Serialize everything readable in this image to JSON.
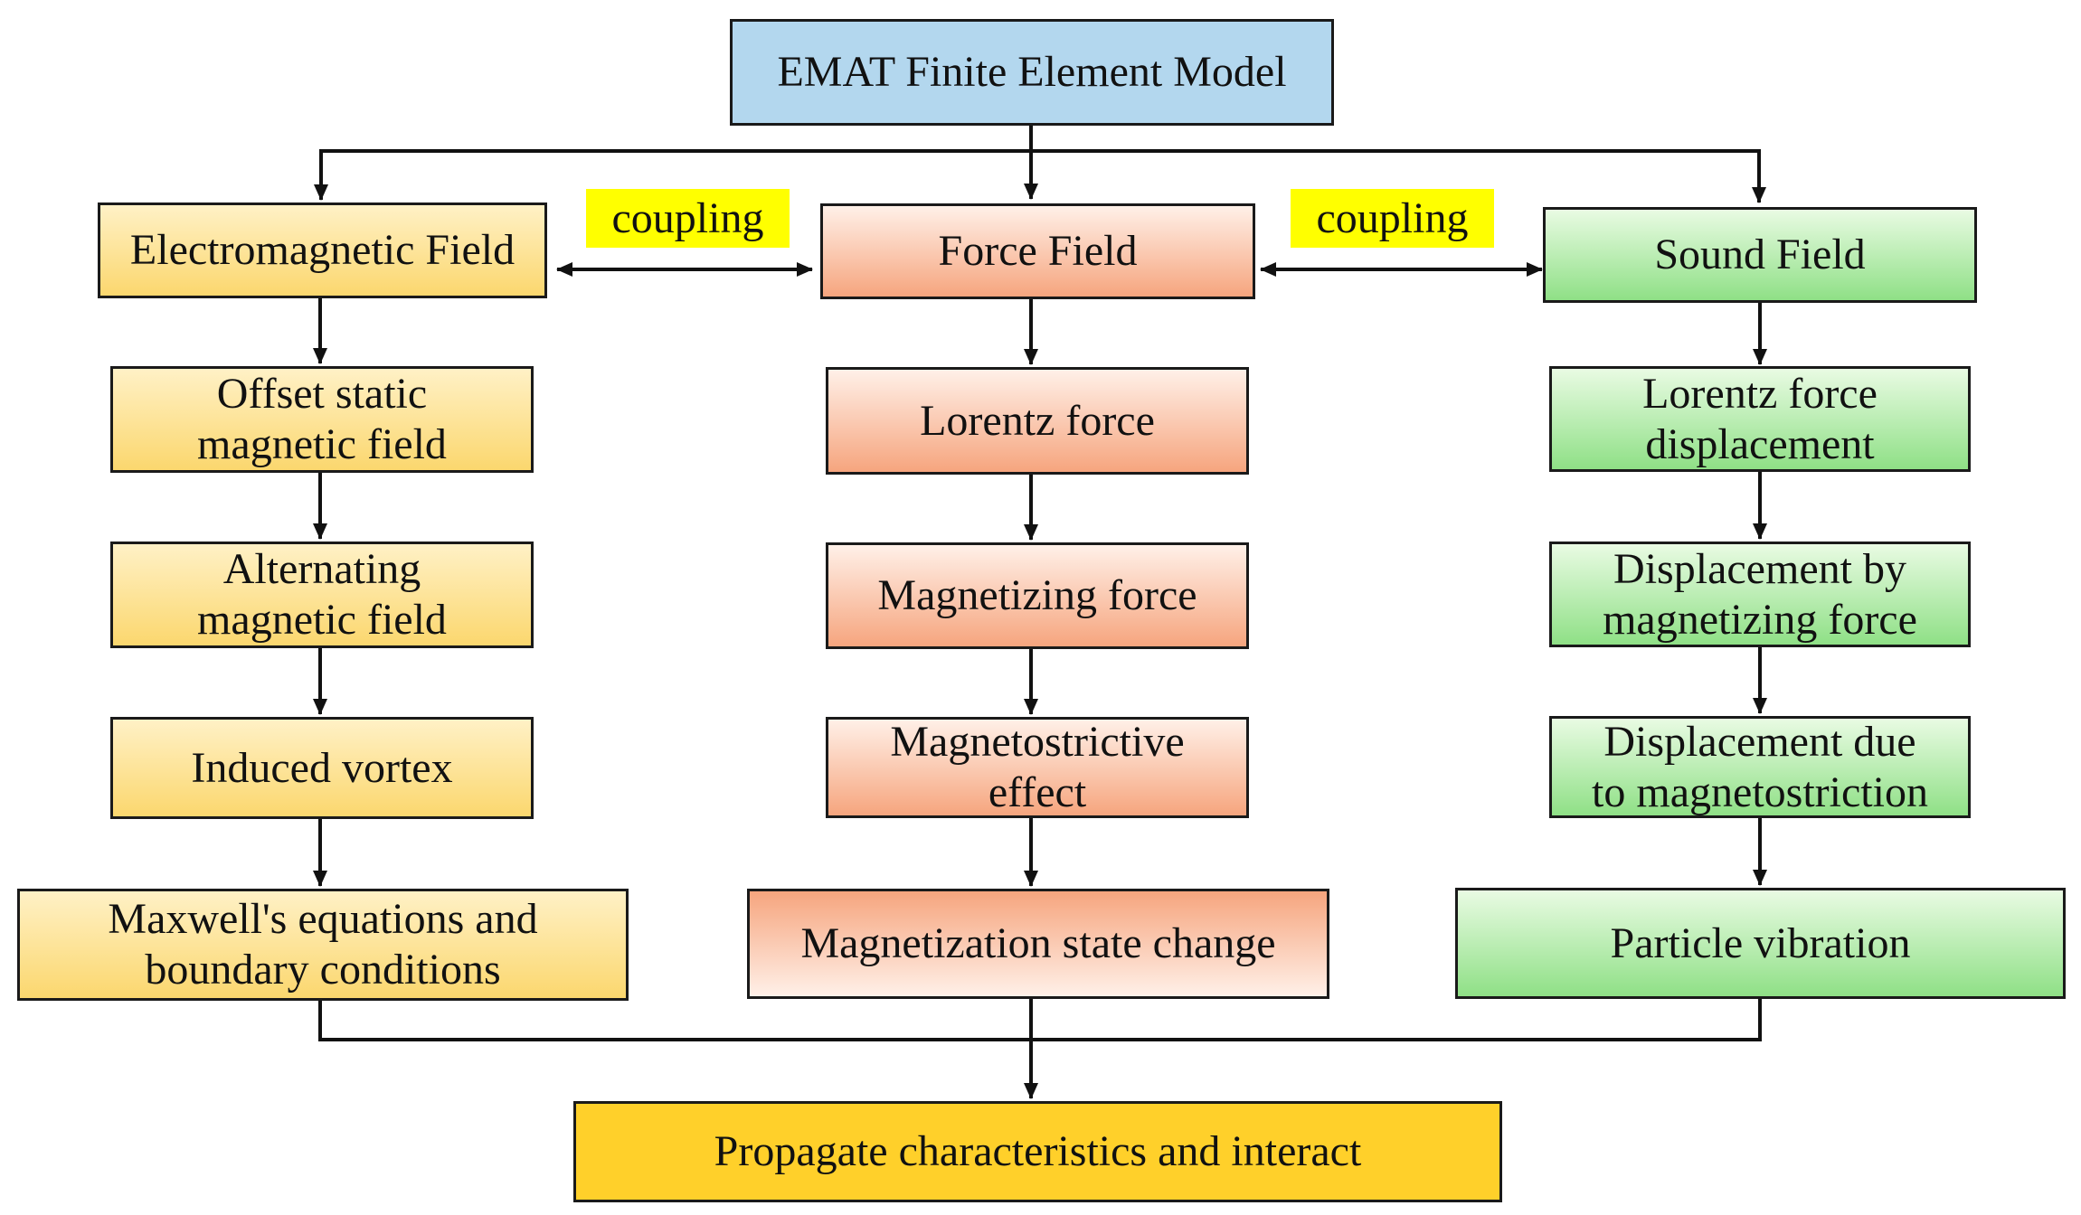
{
  "colors": {
    "top": "#b3d7ee",
    "em_light": "#fff1c6",
    "em_dark": "#fbd76e",
    "force_light": "#fff0e8",
    "force_dark": "#f6a57e",
    "sound_light": "#e9fbe3",
    "sound_dark": "#8fe086",
    "bottom": "#ffd02a",
    "coupling_bg": "#ffff00"
  },
  "top": {
    "label": "EMAT Finite Element Model"
  },
  "coupling": {
    "left": "coupling",
    "right": "coupling"
  },
  "columns": [
    {
      "id": "em",
      "header": "Electromagnetic Field",
      "items": [
        "Offset static\nmagnetic field",
        "Alternating\nmagnetic field",
        "Induced vortex",
        "Maxwell's equations and\nboundary conditions"
      ]
    },
    {
      "id": "force",
      "header": "Force Field",
      "items": [
        "Lorentz force",
        "Magnetizing force",
        "Magnetostrictive\neffect",
        "Magnetization state change"
      ]
    },
    {
      "id": "sound",
      "header": "Sound Field",
      "items": [
        "Lorentz force\ndisplacement",
        "Displacement by\nmagnetizing force",
        "Displacement due\nto magnetostriction",
        "Particle vibration"
      ]
    }
  ],
  "bottom": {
    "label": "Propagate characteristics and interact"
  },
  "icons": {
    "arrow": "arrowhead",
    "double_arrow": "double-headed-arrow"
  }
}
